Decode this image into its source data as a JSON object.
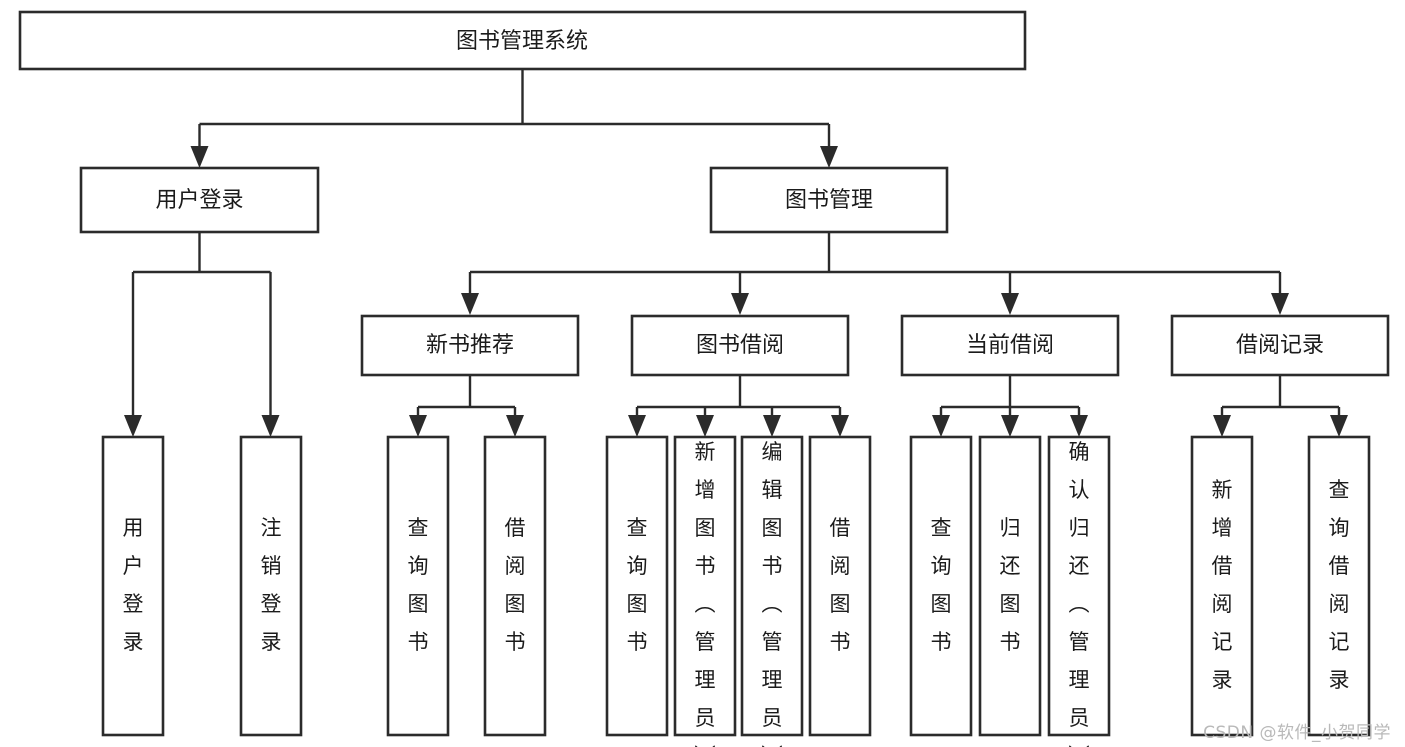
{
  "diagram": {
    "title": "图书管理系统",
    "type": "tree",
    "watermark": "CSDN @软件_小贺同学",
    "colors": {
      "background": "#ffffff",
      "box_stroke": "#2b2b2b",
      "box_fill": "#ffffff",
      "text": "#1b1b1b",
      "watermark": "#b9b9b9"
    },
    "levels": [
      {
        "level": 1,
        "nodes": [
          {
            "id": "root",
            "label": "图书管理系统",
            "orientation": "horizontal"
          }
        ]
      },
      {
        "level": 2,
        "nodes": [
          {
            "id": "login",
            "label": "用户登录",
            "orientation": "horizontal",
            "parent": "root"
          },
          {
            "id": "bookmgmt",
            "label": "图书管理",
            "orientation": "horizontal",
            "parent": "root"
          }
        ]
      },
      {
        "level": 3,
        "nodes": [
          {
            "id": "newbook",
            "label": "新书推荐",
            "orientation": "horizontal",
            "parent": "bookmgmt"
          },
          {
            "id": "borrow",
            "label": "图书借阅",
            "orientation": "horizontal",
            "parent": "bookmgmt"
          },
          {
            "id": "current",
            "label": "当前借阅",
            "orientation": "horizontal",
            "parent": "bookmgmt"
          },
          {
            "id": "records",
            "label": "借阅记录",
            "orientation": "horizontal",
            "parent": "bookmgmt"
          }
        ]
      },
      {
        "level": 4,
        "nodes": [
          {
            "id": "leaf-1",
            "label": "用户登录",
            "orientation": "vertical",
            "parent": "login"
          },
          {
            "id": "leaf-2",
            "label": "注销登录",
            "orientation": "vertical",
            "parent": "login"
          },
          {
            "id": "leaf-3",
            "label": "查询图书",
            "orientation": "vertical",
            "parent": "newbook"
          },
          {
            "id": "leaf-4",
            "label": "借阅图书",
            "orientation": "vertical",
            "parent": "newbook"
          },
          {
            "id": "leaf-5",
            "label": "查询图书",
            "orientation": "vertical",
            "parent": "borrow"
          },
          {
            "id": "leaf-6",
            "label": "新增图书（管理员）",
            "orientation": "vertical",
            "parent": "borrow"
          },
          {
            "id": "leaf-7",
            "label": "编辑图书（管理员）",
            "orientation": "vertical",
            "parent": "borrow"
          },
          {
            "id": "leaf-8",
            "label": "借阅图书",
            "orientation": "vertical",
            "parent": "borrow"
          },
          {
            "id": "leaf-9",
            "label": "查询图书",
            "orientation": "vertical",
            "parent": "current"
          },
          {
            "id": "leaf-10",
            "label": "归还图书",
            "orientation": "vertical",
            "parent": "current"
          },
          {
            "id": "leaf-11",
            "label": "确认归还（管理员）",
            "orientation": "vertical",
            "parent": "current"
          },
          {
            "id": "leaf-12",
            "label": "新增借阅记录",
            "orientation": "vertical",
            "parent": "records"
          },
          {
            "id": "leaf-13",
            "label": "查询借阅记录",
            "orientation": "vertical",
            "parent": "records"
          }
        ]
      }
    ]
  }
}
